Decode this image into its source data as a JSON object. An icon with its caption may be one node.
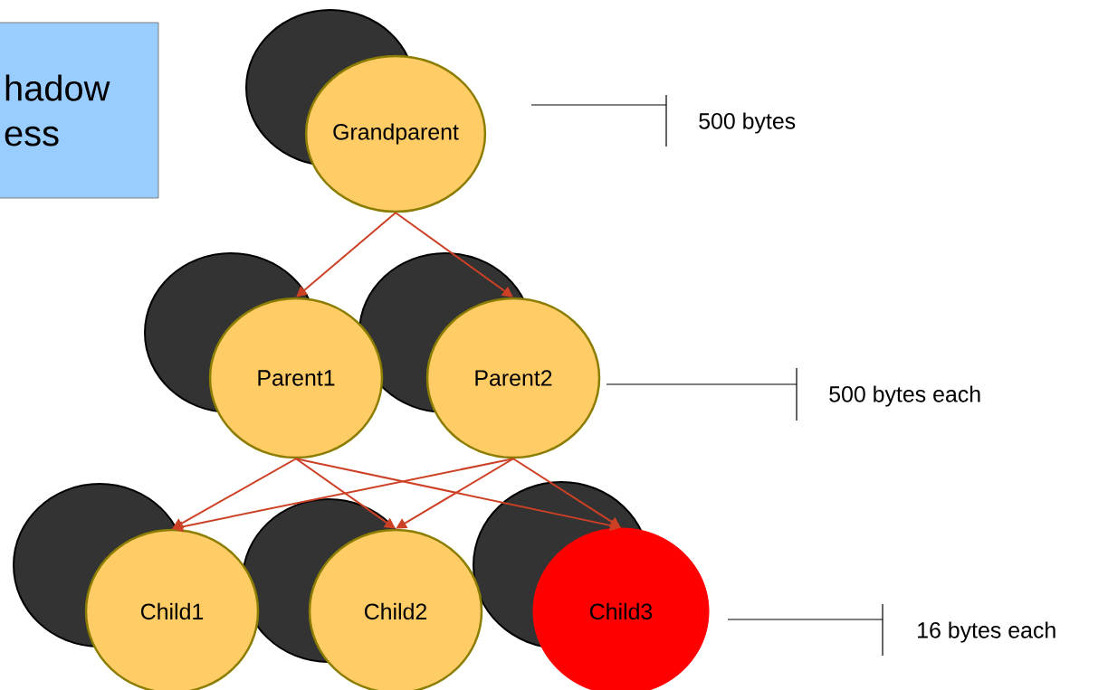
{
  "diagram": {
    "nodes": [
      {
        "text": [
          "hadow ess"
        ]
      },
      {
        "text": [
          "Grandparent"
        ]
      },
      {
        "text": [
          "Parent1"
        ]
      },
      {
        "text": [
          "Parent2"
        ]
      },
      {
        "text": [
          "Child1"
        ]
      },
      {
        "text": [
          "Child2"
        ]
      },
      {
        "text": [
          "Child3"
        ]
      }
    ],
    "edges": [
      {
        "from": 1,
        "to": 2,
        "arrow": "to"
      },
      {
        "from": 1,
        "to": 3,
        "arrow": "to"
      },
      {
        "from": 2,
        "to": 4,
        "arrow": "to"
      },
      {
        "from": 2,
        "to": 5,
        "arrow": "to"
      },
      {
        "from": 2,
        "to": 6,
        "arrow": "to"
      },
      {
        "from": 3,
        "to": 4,
        "arrow": "to"
      },
      {
        "from": 3,
        "to": 5,
        "arrow": "to"
      },
      {
        "from": 3,
        "to": 6,
        "arrow": "to"
      }
    ],
    "labels": [
      "500 bytes",
      "500 bytes each",
      "16 bytes each"
    ]
  }
}
